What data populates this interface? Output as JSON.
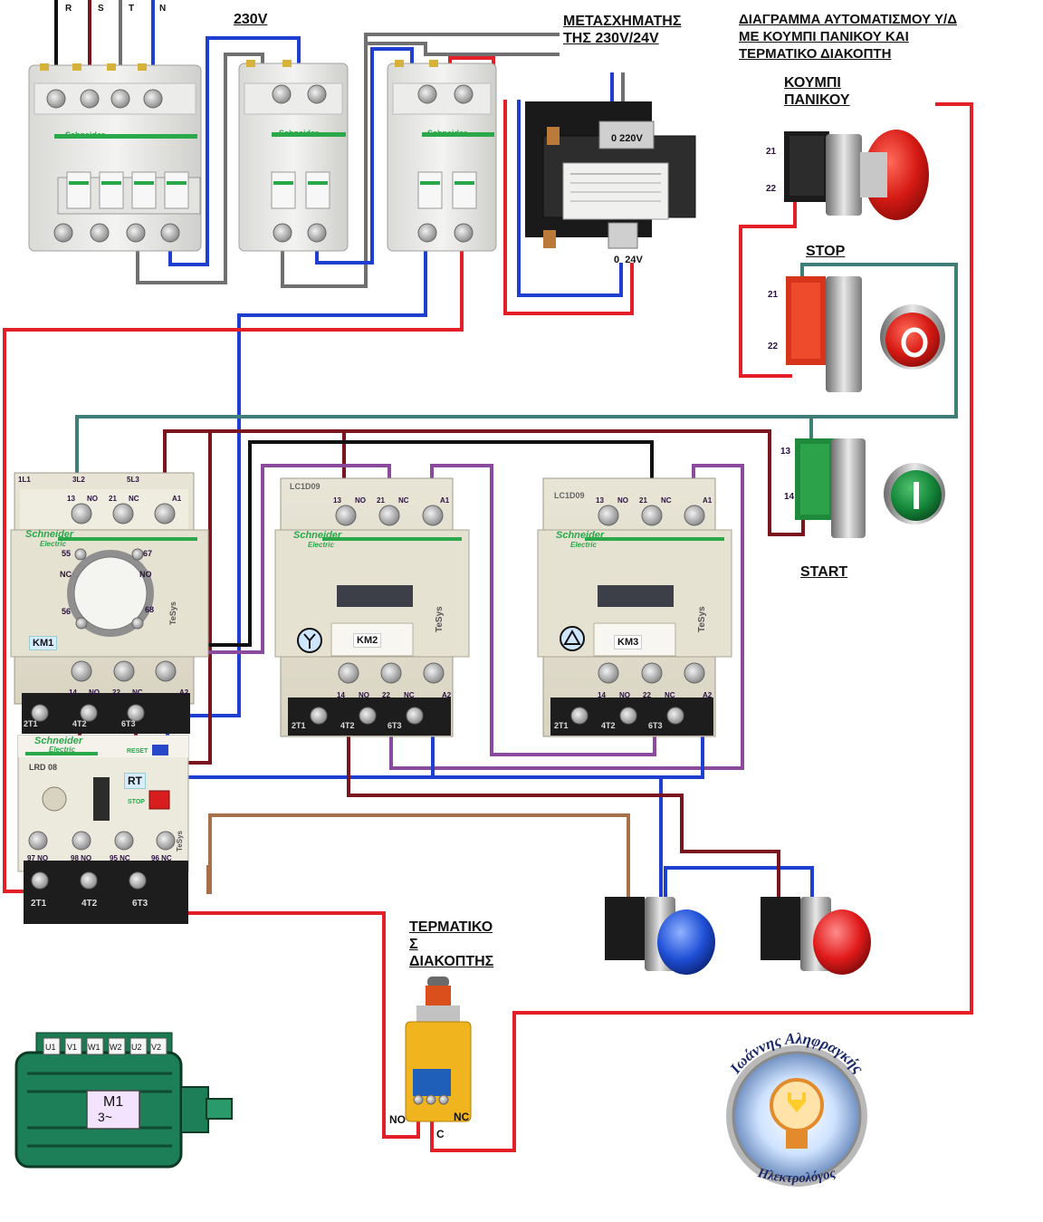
{
  "headings": {
    "supply_230v": "230V",
    "transformer": [
      "ΜΕΤΑΣΧΗΜΑΤΗΣ",
      "ΤΗΣ 230V/24V"
    ],
    "diagram_title": [
      "ΔΙΑΓΡΑΜΜΑ ΑΥΤΟΜΑΤΙΣΜΟΥ Υ/Δ",
      "ΜΕ ΚΟΥΜΠΙ ΠΑΝΙΚΟΥ ΚΑΙ",
      "ΤΕΡΜΑΤΙΚΟ ΔΙΑΚΟΠΤΗ"
    ],
    "panic_button": [
      "ΚΟΥΜΠΙ",
      "ΠΑΝΙΚΟΥ"
    ],
    "stop": "STOP",
    "start": "START",
    "limit_switch": [
      "ΤΕΡΜΑΤΙΚΟ",
      "Σ",
      "ΔΙΑΚΟΠΤΗΣ"
    ]
  },
  "supply_phases": [
    "R",
    "S",
    "T",
    "N"
  ],
  "transformer": {
    "primary": "0 220V",
    "secondary": "0  24V"
  },
  "panic_contacts": [
    "21",
    "22"
  ],
  "stop_contacts": [
    "21",
    "22"
  ],
  "start_contacts": [
    "13",
    "14"
  ],
  "contactors": {
    "km1": {
      "tag": "KM1",
      "brand": "Schneider",
      "sub": "Electric",
      "series": "TeSys",
      "top": [
        "1L1",
        "3L2",
        "5L3",
        "13",
        "NO",
        "21",
        "NC",
        "A1"
      ],
      "bottom": [
        "14",
        "NO",
        "22",
        "NC",
        "A2"
      ],
      "power": [
        "2T1",
        "4T2",
        "6T3"
      ],
      "timer": [
        "55",
        "67",
        "NC",
        "NO",
        "56",
        "68"
      ]
    },
    "km2": {
      "tag": "KM2",
      "brand": "Schneider",
      "sub": "Electric",
      "series": "TeSys",
      "model": "LC1D09",
      "top": [
        "13",
        "NO",
        "21",
        "NC",
        "A1"
      ],
      "bottom": [
        "14",
        "NO",
        "22",
        "NC",
        "A2"
      ],
      "power": [
        "2T1",
        "4T2",
        "6T3"
      ]
    },
    "km3": {
      "tag": "KM3",
      "brand": "Schneider",
      "sub": "Electric",
      "series": "TeSys",
      "model": "LC1D09",
      "top": [
        "13",
        "NO",
        "21",
        "NC",
        "A1"
      ],
      "bottom": [
        "14",
        "NO",
        "22",
        "NC",
        "A2"
      ],
      "power": [
        "2T1",
        "4T2",
        "6T3"
      ]
    }
  },
  "thermal_relay": {
    "tag": "RT",
    "brand": "Schneider",
    "sub": "Electric",
    "model": "LRD 08",
    "reset": "RESET",
    "stop": "STOP",
    "series": "TeSys",
    "contacts": [
      "97 NO",
      "98 NO",
      "95 NC",
      "96 NC"
    ],
    "power": [
      "2T1",
      "4T2",
      "6T3"
    ]
  },
  "limit_switch_contacts": {
    "no": "NO",
    "c": "C",
    "nc": "NC"
  },
  "motor": {
    "terminals": [
      "U1",
      "V1",
      "W1",
      "W2",
      "U2",
      "V2"
    ],
    "name": "M1",
    "phases": "3~"
  },
  "author": {
    "name": "Ιωάννης Αληφραγκής",
    "profession": "Ηλεκτρολόγος"
  },
  "colors": {
    "red": "#e32027",
    "blue": "#1f3fd1",
    "grey": "#707070",
    "maroon": "#7a1520",
    "teal": "#3f7e78",
    "purple": "#8b4a9e",
    "black": "#111111",
    "brown": "#a6704a"
  }
}
